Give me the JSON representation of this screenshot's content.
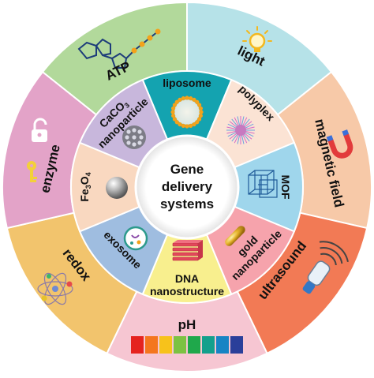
{
  "center": {
    "lines": [
      "Gene",
      "delivery",
      "systems"
    ]
  },
  "outer_ring": {
    "segments": [
      {
        "name": "light",
        "color": "#b6e2e8"
      },
      {
        "name": "magnetic field",
        "color": "#f7c9a8"
      },
      {
        "name": "ultrasound",
        "color": "#f27a55"
      },
      {
        "name": "pH",
        "color": "#f6c6d2"
      },
      {
        "name": "redox",
        "color": "#f2c46d"
      },
      {
        "name": "enzyme",
        "color": "#e3a3c8"
      },
      {
        "name": "ATP",
        "color": "#b2d99b"
      }
    ]
  },
  "inner_ring": {
    "segments": [
      {
        "name": "liposome",
        "color": "#14a3b0"
      },
      {
        "name": "polyplex",
        "color": "#fbe3d4"
      },
      {
        "name": "MOF",
        "color": "#9fd6ec"
      },
      {
        "name": "gold nanoparticle",
        "color": "#f6a3ac"
      },
      {
        "name": "DNA nanostructure",
        "color": "#f8ef8e"
      },
      {
        "name": "exosome",
        "color": "#9fbde0"
      },
      {
        "name": "Fe3O4",
        "color": "#f9d8c0"
      },
      {
        "name": "CaCO3 nanoparticle",
        "color": "#c8b7dc"
      }
    ]
  },
  "labels": {
    "light": "light",
    "magnetic_field": "magnetic field",
    "ultrasound": "ultrasound",
    "ph": "pH",
    "redox": "redox",
    "enzyme": "enzyme",
    "atp": "ATP",
    "liposome": "liposome",
    "polyplex": "polyplex",
    "mof": "MOF",
    "gold_line1": "gold",
    "gold_line2": "nanoparticle",
    "dna_line1": "DNA",
    "dna_line2": "nanostructure",
    "exosome": "exosome",
    "fe_main": "Fe",
    "fe_sub1": "3",
    "fe_o": "O",
    "fe_sub2": "4",
    "caco_main": "CaCO",
    "caco_sub": "3",
    "caco_line2": "nanoparticle"
  },
  "ph_strip_colors": [
    "#e5231f",
    "#f4761e",
    "#f7c21b",
    "#7cc242",
    "#1fa84b",
    "#13a08c",
    "#1784c4",
    "#2a3f9a"
  ]
}
